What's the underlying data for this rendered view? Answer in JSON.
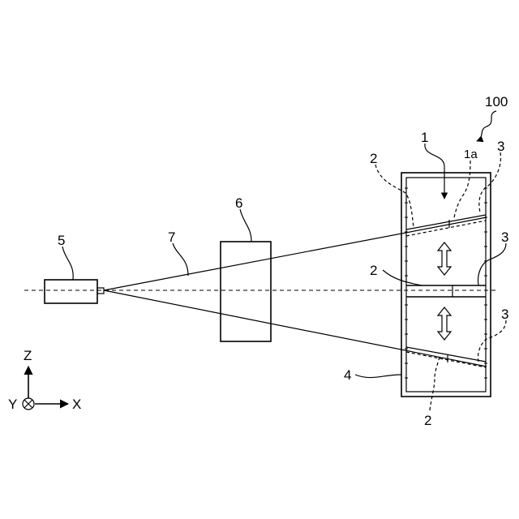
{
  "figure": {
    "labels": {
      "device": "100",
      "object": "1",
      "object_tip": "1a",
      "film_top": "2",
      "film_mid": "2",
      "film_bottom": "2",
      "support_top": "3",
      "support_mid": "3",
      "support_bottom": "3",
      "frame": "4",
      "source": "5",
      "filter": "6",
      "beam": "7"
    },
    "axes": {
      "z": "Z",
      "x": "X",
      "y": "Y"
    }
  }
}
